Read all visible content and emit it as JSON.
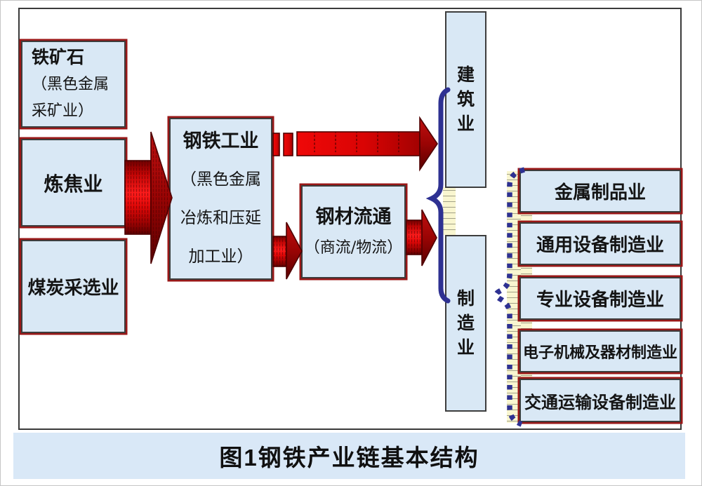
{
  "figure": {
    "caption": "图1钢铁产业链基本结构"
  },
  "boxes": {
    "iron_ore": {
      "lines": [
        "铁矿石",
        "（黑色金属",
        "采矿业）"
      ]
    },
    "coking": {
      "label": "炼焦业"
    },
    "coal": {
      "label": "煤炭采选业"
    },
    "steel_industry": {
      "lines": [
        "钢铁工业",
        "（黑色金属",
        "冶炼和压延",
        "加工业）"
      ]
    },
    "steel_distribution": {
      "lines": [
        "钢材流通",
        "（商流/物流）"
      ]
    },
    "construction": {
      "label": "建筑业"
    },
    "manufacturing": {
      "label": "制造业"
    },
    "downstream": [
      {
        "label": "金属制品业"
      },
      {
        "label": "通用设备制造业"
      },
      {
        "label": "专业设备制造业"
      },
      {
        "label": "电子机械及器材制造业"
      },
      {
        "label": "交通运输设备制造业"
      }
    ]
  },
  "colors": {
    "box_fill": "#d9e8f5",
    "box_border": "#3d3d3d",
    "accent_red": "#991717",
    "arrow_bright_red": "#e30808",
    "arrow_dark_red": "#6f0000",
    "brace_blue": "#2e3192",
    "panel_cream": "#f9f6d0",
    "caption_band": "#d9e8f7"
  }
}
